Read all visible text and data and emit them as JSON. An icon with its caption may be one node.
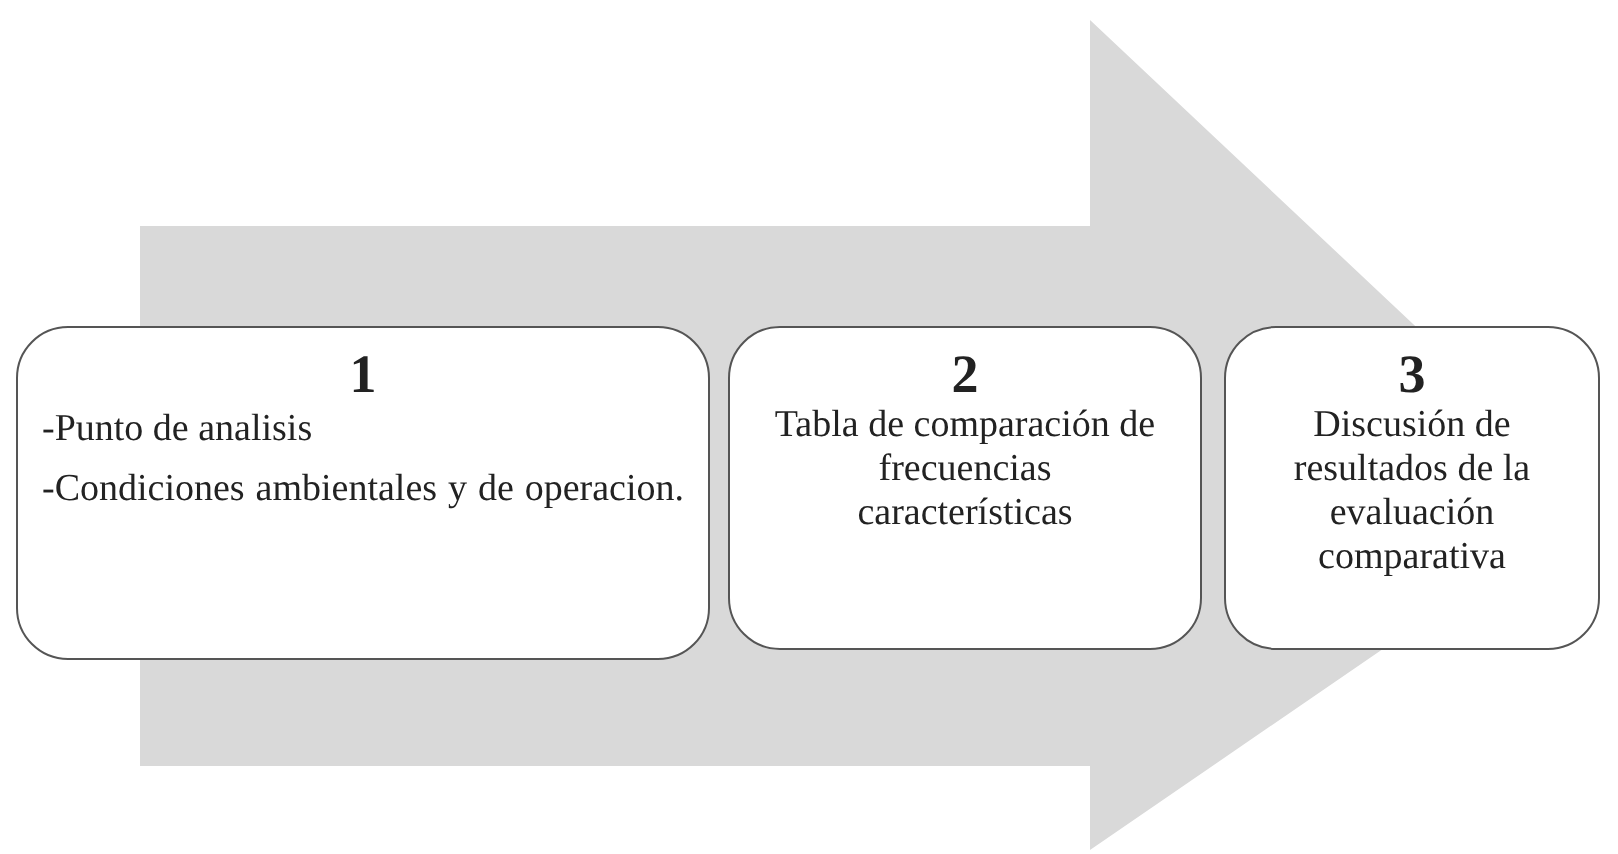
{
  "diagram": {
    "nodes": [
      {
        "text": [
          "1",
          "-Punto de analisis",
          "-Condiciones ambientales y de operacion."
        ]
      },
      {
        "text": [
          "2",
          "Tabla de comparación de frecuencias características"
        ]
      },
      {
        "text": [
          "3",
          "Discusión de resultados de la evaluación comparativa"
        ]
      }
    ],
    "edges": [
      {
        "from": 0,
        "to": 2,
        "arrow": "to"
      }
    ]
  }
}
